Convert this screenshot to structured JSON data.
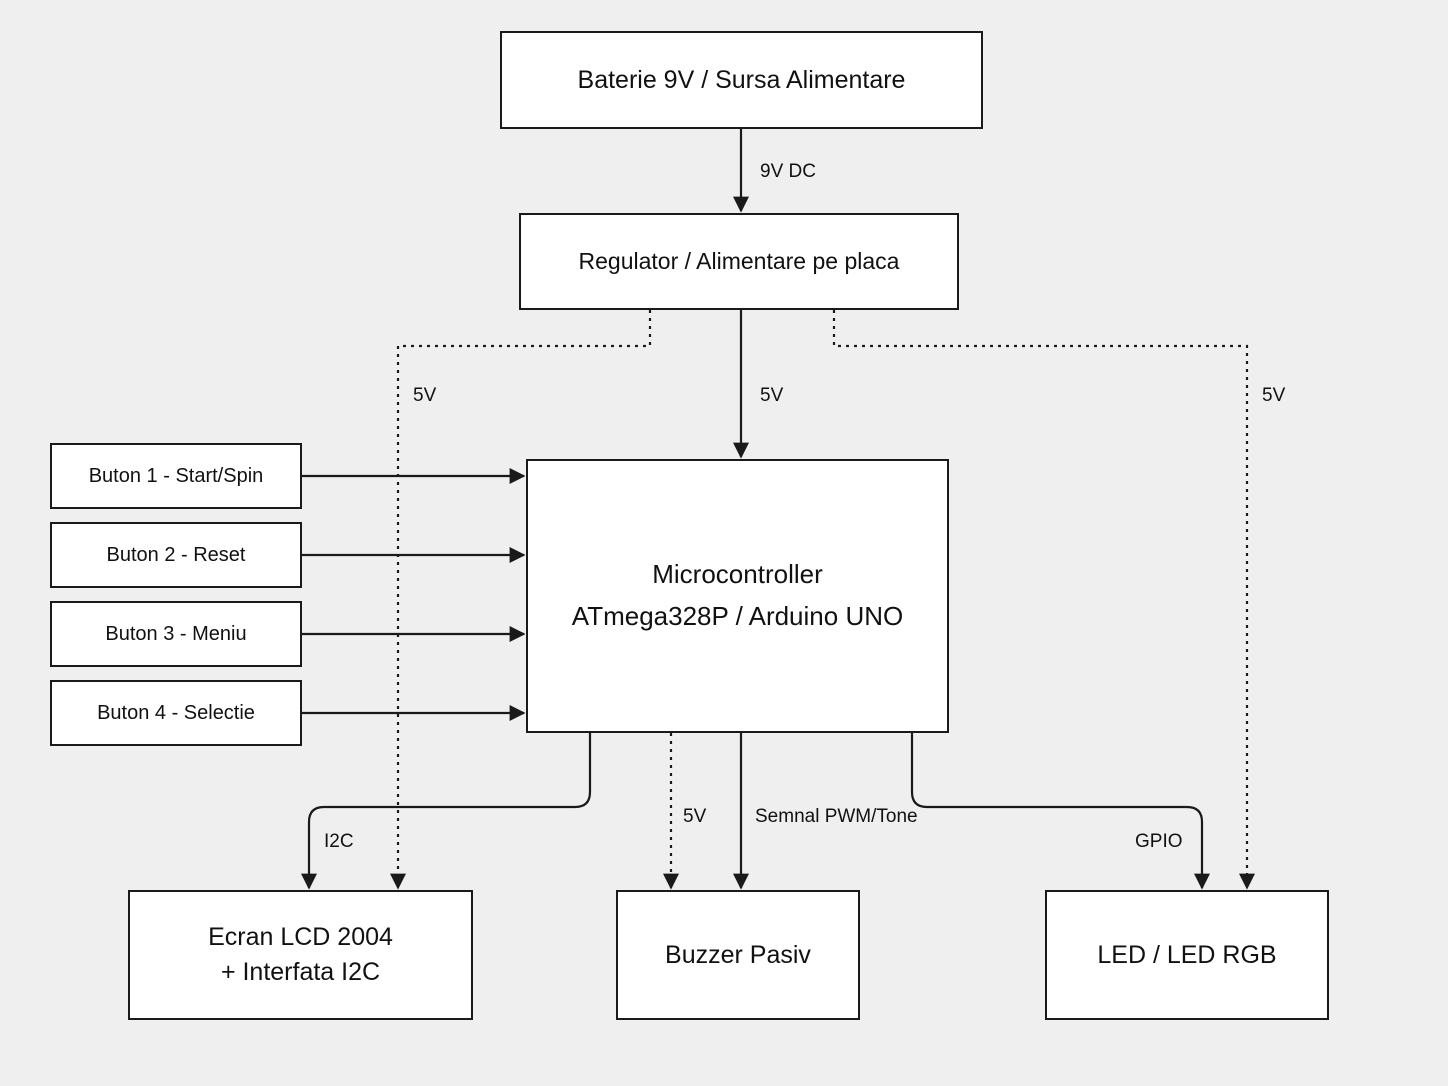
{
  "nodes": {
    "battery": {
      "lines": [
        "Baterie 9V / Sursa Alimentare"
      ]
    },
    "regulator": {
      "lines": [
        "Regulator / Alimentare pe placa"
      ]
    },
    "mcu": {
      "lines": [
        "Microcontroller",
        "ATmega328P / Arduino UNO"
      ]
    },
    "btn1": {
      "lines": [
        "Buton 1 - Start/Spin"
      ]
    },
    "btn2": {
      "lines": [
        "Buton 2 - Reset"
      ]
    },
    "btn3": {
      "lines": [
        "Buton 3 - Meniu"
      ]
    },
    "btn4": {
      "lines": [
        "Buton 4 - Selectie"
      ]
    },
    "lcd": {
      "lines": [
        "Ecran LCD 2004",
        "+ Interfata I2C"
      ]
    },
    "buzzer": {
      "lines": [
        "Buzzer Pasiv"
      ]
    },
    "led": {
      "lines": [
        "LED / LED RGB"
      ]
    }
  },
  "labels": {
    "battery_to_regulator": "9V DC",
    "regulator_to_mcu": "5V",
    "regulator_to_lcd": "5V",
    "regulator_to_led": "5V",
    "mcu_to_lcd": "I2C",
    "mcu_to_buzzer_power": "5V",
    "mcu_to_buzzer_signal": "Semnal PWM/Tone",
    "mcu_to_led": "GPIO"
  },
  "edges": [
    {
      "from": "battery",
      "to": "regulator",
      "style": "solid"
    },
    {
      "from": "regulator",
      "to": "mcu",
      "style": "solid"
    },
    {
      "from": "regulator",
      "to": "lcd",
      "style": "dotted"
    },
    {
      "from": "regulator",
      "to": "led",
      "style": "dotted"
    },
    {
      "from": "btn1",
      "to": "mcu",
      "style": "solid"
    },
    {
      "from": "btn2",
      "to": "mcu",
      "style": "solid"
    },
    {
      "from": "btn3",
      "to": "mcu",
      "style": "solid"
    },
    {
      "from": "btn4",
      "to": "mcu",
      "style": "solid"
    },
    {
      "from": "mcu",
      "to": "lcd",
      "style": "solid"
    },
    {
      "from": "mcu",
      "to": "buzzer",
      "style": "dotted"
    },
    {
      "from": "mcu",
      "to": "buzzer",
      "style": "solid"
    },
    {
      "from": "mcu",
      "to": "led",
      "style": "solid"
    }
  ],
  "colors": {
    "background": "#efefef",
    "box_fill": "#ffffff",
    "stroke": "#1a1a1a",
    "text": "#111111"
  }
}
